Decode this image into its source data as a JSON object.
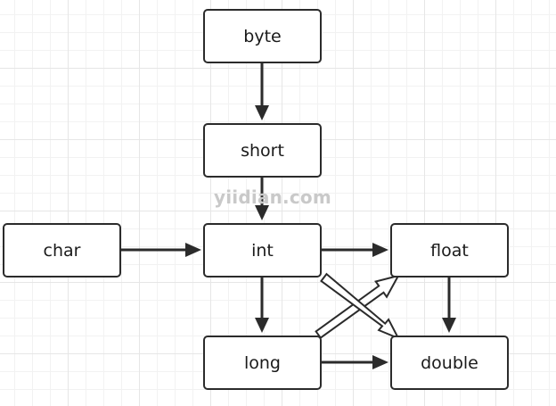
{
  "nodes": {
    "byte": "byte",
    "short": "short",
    "char": "char",
    "int": "int",
    "float": "float",
    "long": "long",
    "double": "double"
  },
  "edges": [
    {
      "from": "byte",
      "to": "short",
      "style": "solid"
    },
    {
      "from": "short",
      "to": "int",
      "style": "solid"
    },
    {
      "from": "char",
      "to": "int",
      "style": "solid"
    },
    {
      "from": "int",
      "to": "float",
      "style": "solid"
    },
    {
      "from": "int",
      "to": "long",
      "style": "solid"
    },
    {
      "from": "float",
      "to": "double",
      "style": "solid"
    },
    {
      "from": "long",
      "to": "double",
      "style": "solid"
    },
    {
      "from": "int",
      "to": "double",
      "style": "hollow"
    },
    {
      "from": "long",
      "to": "float",
      "style": "hollow"
    }
  ],
  "watermark": "yiidian.com",
  "colors": {
    "line": "#2b2b2b",
    "hollow_fill": "#ffffff",
    "watermark": "#c9c9c9",
    "grid": "#e6e6e6"
  }
}
